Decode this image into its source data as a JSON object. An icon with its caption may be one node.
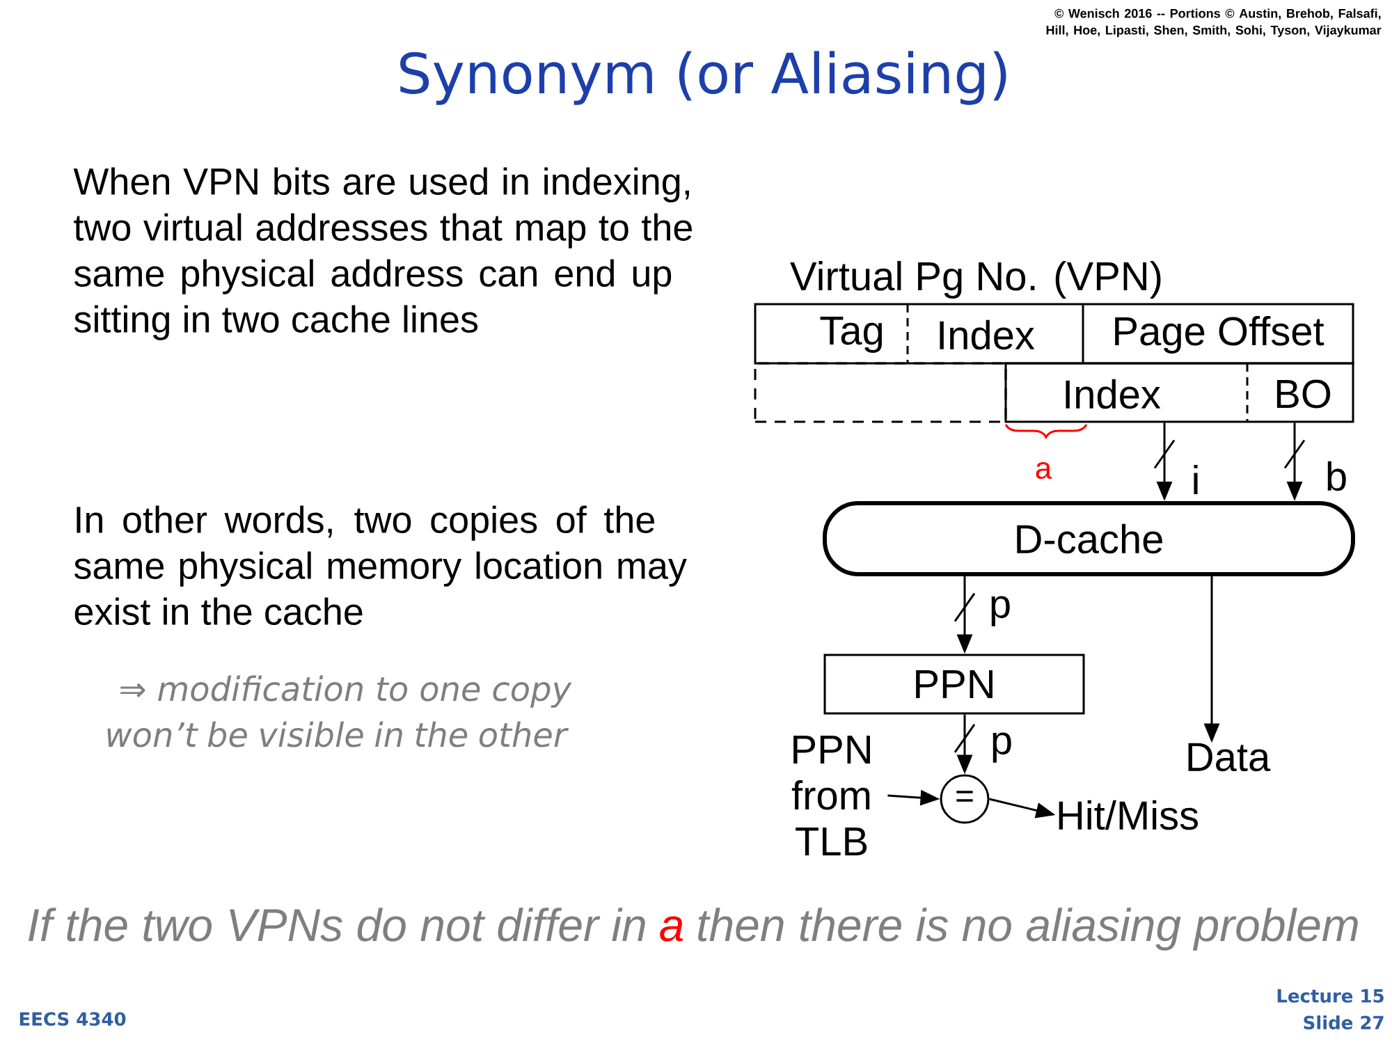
{
  "diagram": {
    "title": "Synonym (or Aliasing)",
    "nodes": [
      {
        "text": [
          "Virtual Pg No. (VPN)",
          "Tag",
          "Index",
          "Page Offset"
        ]
      },
      {
        "text": [
          "Index",
          "BO"
        ]
      },
      {
        "text": [
          "D-cache"
        ]
      },
      {
        "text": [
          "PPN"
        ]
      },
      {
        "text": [
          "Data"
        ]
      },
      {
        "text": [
          "PPN from TLB"
        ]
      },
      {
        "text": [
          "="
        ]
      },
      {
        "text": [
          "Hit/Miss"
        ]
      },
      {
        "text": [],
        "shape": "box"
      }
    ],
    "edges": [
      {
        "from": 1,
        "to": 2,
        "arrow": "to",
        "label": "i"
      },
      {
        "from": 1,
        "to": 2,
        "arrow": "to",
        "label": "b"
      },
      {
        "from": 2,
        "to": 3,
        "arrow": "to",
        "label": "p"
      },
      {
        "from": 2,
        "to": 4,
        "arrow": "to"
      },
      {
        "from": 3,
        "to": 6,
        "arrow": "to",
        "label": "p"
      },
      {
        "from": 5,
        "to": 6,
        "arrow": "to"
      },
      {
        "from": 6,
        "to": 7,
        "arrow": "to"
      }
    ],
    "labels": [
      "© Wenisch 2016 -- Portions © Austin, Brehob, Falsafi, Hill, Hoe, Lipasti, Shen, Smith, Sohi, Tyson, Vijaykumar",
      "When VPN bits are used in indexing, two virtual addresses that map to the same physical address can end up sitting in two cache lines",
      "In other words, two copies of the same physical memory location may exist in the cache",
      "⇒ modification to one copy won’t be visible in the other",
      "a",
      "If the two VPNs do not differ in",
      "a",
      "then there is no aliasing problem",
      "EECS 4340",
      "Lecture 15",
      "Slide 27"
    ]
  }
}
